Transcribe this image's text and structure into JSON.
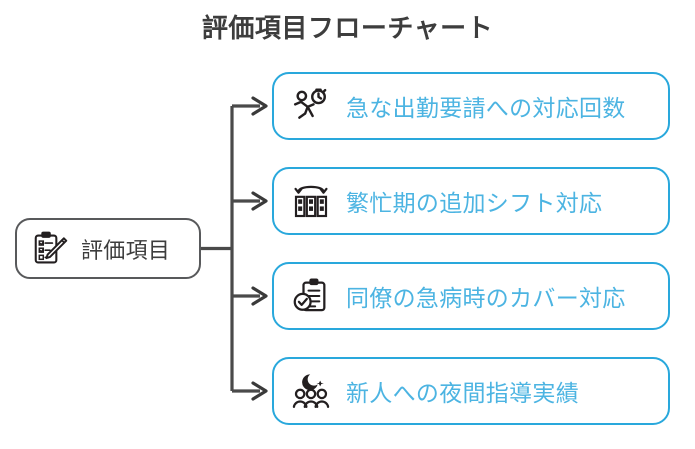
{
  "title": "評価項目フローチャート",
  "theme": {
    "background": "#ffffff",
    "title_color": "#3d3d3d",
    "leaf_border_color": "#29a8dc",
    "leaf_text_color": "#4cb4e2",
    "root_border_color": "#58595b",
    "root_text_color": "#3d3d3d",
    "connector_color": "#4a4a4a",
    "icon_color": "#231f20"
  },
  "root": {
    "label": "評価項目",
    "icon": "clipboard-pencil-icon"
  },
  "leaves": [
    {
      "label": "急な出勤要請への対応回数",
      "icon": "running-person-stopwatch-icon"
    },
    {
      "label": "繁忙期の追加シフト対応",
      "icon": "shift-swap-arrow-icon"
    },
    {
      "label": "同僚の急病時のカバー対応",
      "icon": "clipboard-check-icon"
    },
    {
      "label": "新人への夜間指導実績",
      "icon": "night-moon-people-icon"
    }
  ]
}
